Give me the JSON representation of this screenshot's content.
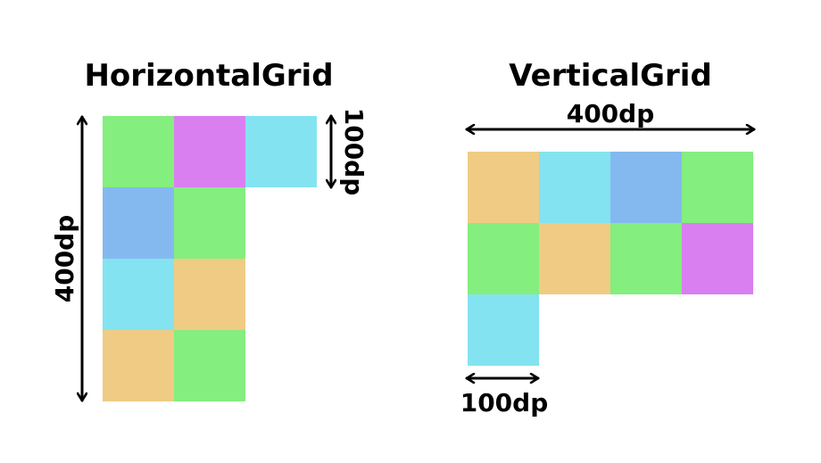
{
  "colors": {
    "green": "#84EE7E",
    "purple": "#D97FF0",
    "cyan": "#84E3F0",
    "blue": "#84B9F0",
    "orange": "#F0CB84"
  },
  "horizontal_grid": {
    "title": "HorizontalGrid",
    "height_label": "400dp",
    "cell_label": "100dp",
    "columns": [
      [
        "green",
        "blue",
        "cyan",
        "orange"
      ],
      [
        "purple",
        "green",
        "orange",
        "green"
      ],
      [
        "cyan"
      ]
    ]
  },
  "vertical_grid": {
    "title": "VerticalGrid",
    "width_label": "400dp",
    "cell_label": "100dp",
    "rows": [
      [
        "orange",
        "cyan",
        "blue",
        "green"
      ],
      [
        "green",
        "orange",
        "green",
        "purple"
      ],
      [
        "cyan"
      ]
    ]
  }
}
